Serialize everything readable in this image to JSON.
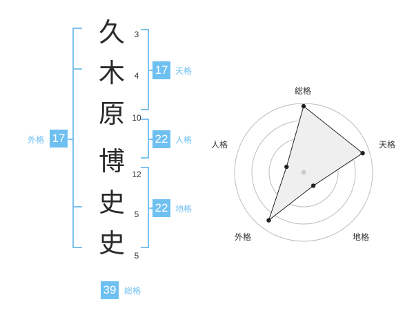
{
  "name": {
    "characters": [
      {
        "char": "久",
        "strokes": "3"
      },
      {
        "char": "木",
        "strokes": "4"
      },
      {
        "char": "原",
        "strokes": "10"
      },
      {
        "char": "博",
        "strokes": "12"
      },
      {
        "char": "史",
        "strokes": "5"
      },
      {
        "char": "史",
        "strokes": "5"
      }
    ]
  },
  "fortunes": {
    "tenkaku": {
      "value": "17",
      "label": "天格"
    },
    "jinkaku": {
      "value": "22",
      "label": "人格"
    },
    "chikaku": {
      "value": "22",
      "label": "地格"
    },
    "gaikaku": {
      "value": "17",
      "label": "外格"
    },
    "soukaku": {
      "value": "39",
      "label": "総格"
    }
  },
  "radar": {
    "axes": [
      "総格",
      "天格",
      "地格",
      "外格",
      "人格"
    ],
    "levels": 4,
    "values": [
      0.96,
      0.9,
      0.24,
      0.86,
      0.26
    ],
    "colors": {
      "fill": "#efefef",
      "line": "#222222",
      "grid": "#bdbdbd",
      "center": "#cccccc"
    }
  },
  "colors": {
    "accent": "#6ec0f1",
    "bracket": "#7cc1ef"
  }
}
